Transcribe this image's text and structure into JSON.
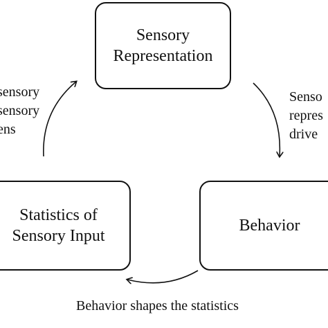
{
  "nodes": {
    "top": {
      "line1": "Sensory",
      "line2": "Representation"
    },
    "left": {
      "line1": "Statistics of",
      "line2": "Sensory Input"
    },
    "right": {
      "line1": "Behavior"
    }
  },
  "labels": {
    "left": {
      "line1": "sensory",
      "line2": "sensory",
      "line3": "ens"
    },
    "right": {
      "line1": "Senso",
      "line2": "repres",
      "line3": "drive"
    },
    "bottom": "Behavior shapes the statistics"
  }
}
